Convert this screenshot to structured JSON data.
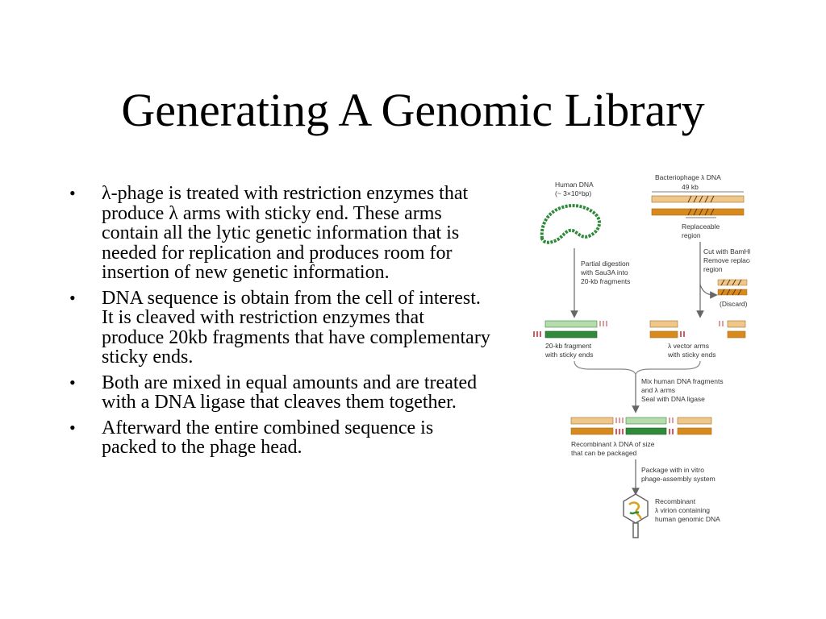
{
  "slide": {
    "title": "Generating A Genomic Library",
    "bullets": [
      "λ-phage is treated with restriction enzymes that produce λ arms with sticky end.  These arms contain all the lytic genetic information that is needed for replication and produces room for insertion of new genetic information.",
      "DNA sequence is obtain from the cell of interest.  It is cleaved with restriction enzymes that produce 20kb fragments that have complementary sticky ends.",
      "Both are mixed in equal amounts and are treated with a DNA ligase that cleaves them together.",
      "Afterward the entire combined sequence is packed to the phage head."
    ],
    "bullet_symbol": "•"
  },
  "figure": {
    "human_dna_label": "Human DNA",
    "human_dna_size": "(~ 3×10⁹bp)",
    "phage_label": "Bacteriophage λ DNA",
    "phage_size": "49 kb",
    "replaceable_label_1": "Replaceable",
    "replaceable_label_2": "region",
    "cut_label_1": "Cut with BamHI",
    "cut_label_2": "Remove replaceable",
    "cut_label_3": "region",
    "partial_label_1": "Partial digestion",
    "partial_label_2": "with Sau3A into",
    "partial_label_3": "20-kb fragments",
    "discard_label": "(Discard)",
    "fragment_label_1": "20-kb fragment",
    "fragment_label_2": "with sticky ends",
    "arms_label_1": "λ vector arms",
    "arms_label_2": "with sticky ends",
    "mix_label_1": "Mix human DNA fragments",
    "mix_label_2": "and λ arms",
    "mix_label_3": "Seal with DNA ligase",
    "recomb_label_1": "Recombinant λ DNA of size",
    "recomb_label_2": "that can be packaged",
    "package_label_1": "Package with in vitro",
    "package_label_2": "phage-assembly system",
    "virion_label_1": "Recombinant",
    "virion_label_2": "λ virion containing",
    "virion_label_3": "human genomic DNA",
    "colors": {
      "light_orange": "#f0c78a",
      "dark_orange": "#d98a1c",
      "light_green": "#b6dcae",
      "dark_green": "#2f8a3a",
      "red_tick": "#c8202a",
      "arrow": "#666666"
    }
  }
}
